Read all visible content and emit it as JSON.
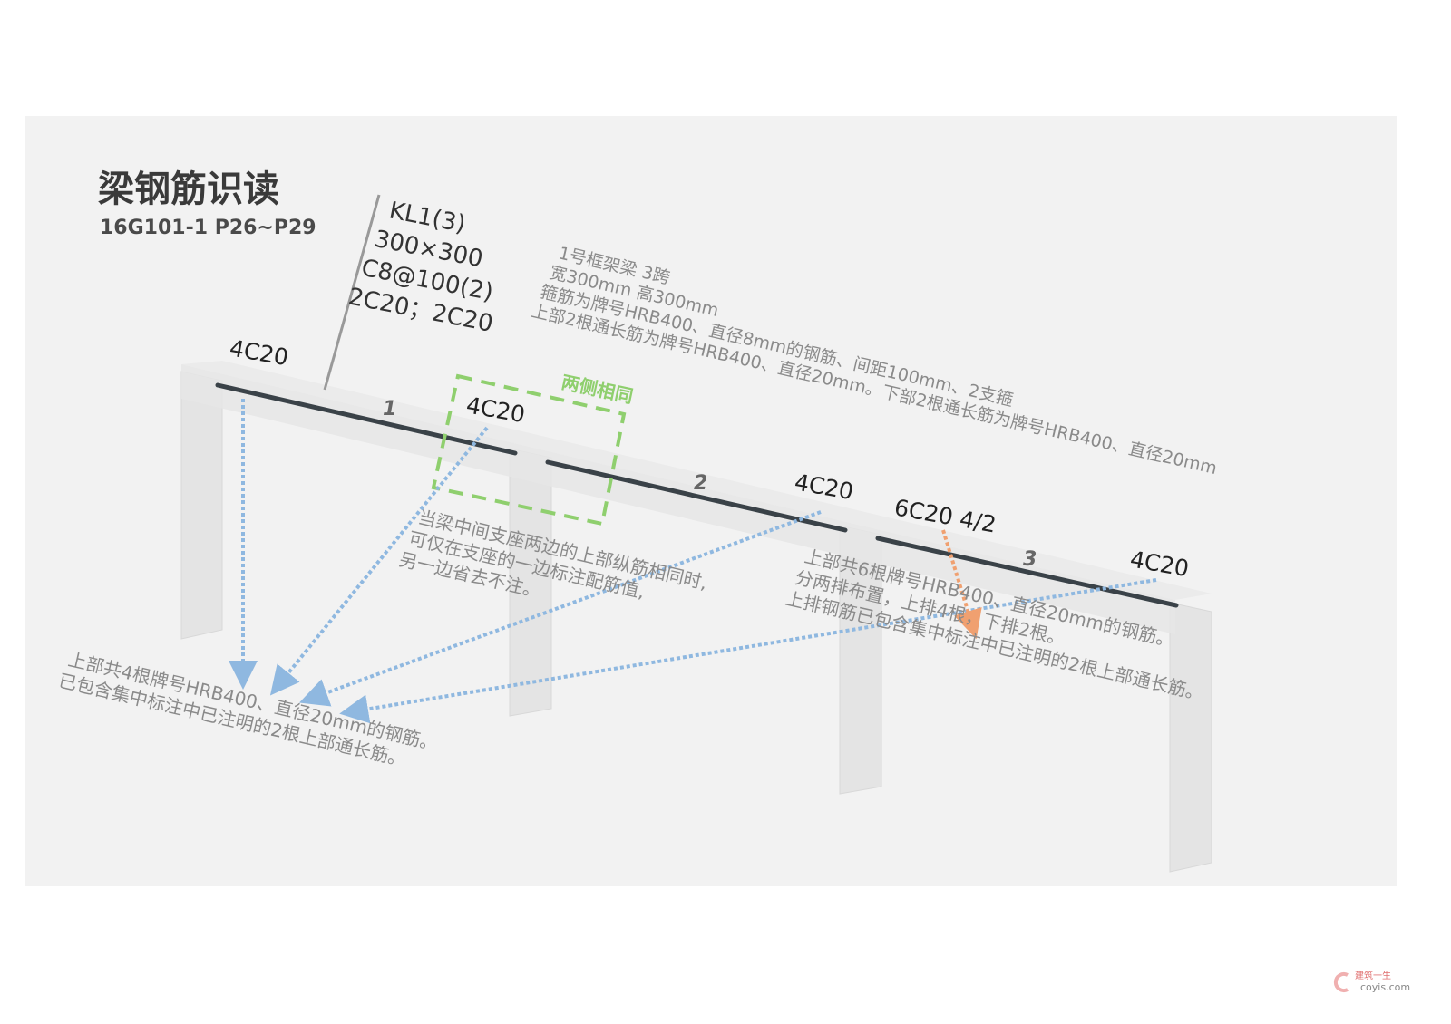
{
  "header": {
    "title": "梁钢筋识读",
    "subtitle": "16G101-1  P26~P29"
  },
  "spec": {
    "lines": [
      "KL1(3)",
      "300×300",
      "C8@100(2)",
      "2C20；2C20"
    ]
  },
  "explanation": {
    "lines": [
      "1号框架梁 3跨",
      "宽300mm 高300mm",
      "箍筋为牌号HRB400、直径8mm的钢筋、间距100mm、2支箍",
      "上部2根通长筋为牌号HRB400、直径20mm。下部2根通长筋为牌号HRB400、直径20mm"
    ]
  },
  "labels": {
    "left_support": "4C20",
    "mid_support_1": "4C20",
    "mid_support_2": "4C20",
    "span3_top": "6C20 4/2",
    "right_support": "4C20"
  },
  "spans": [
    "1",
    "2",
    "3"
  ],
  "same_both_sides": "两侧相同",
  "middle_note": {
    "lines": [
      "当梁中间支座两边的上部纵筋相同时,",
      "可仅在支座的一边标注配筋值,",
      "另一边省去不注。"
    ]
  },
  "left_note": {
    "lines": [
      "上部共4根牌号HRB400、直径20mm的钢筋。",
      "已包含集中标注中已注明的2根上部通长筋。"
    ]
  },
  "right_note": {
    "lines": [
      "上部共6根牌号HRB400、直径20mm的钢筋。",
      "分两排布置，上排4根，下排2根。",
      "上排钢筋已包含集中标注中已注明的2根上部通长筋。"
    ]
  },
  "watermark": {
    "name": "建筑一生",
    "site": "coyis.com"
  },
  "colors": {
    "panel": "#f2f2f2",
    "blue_arrow": "#8fb8e0",
    "orange_arrow": "#f0a070",
    "green_box": "#8fcf6e",
    "rebar": "#3a4248"
  }
}
